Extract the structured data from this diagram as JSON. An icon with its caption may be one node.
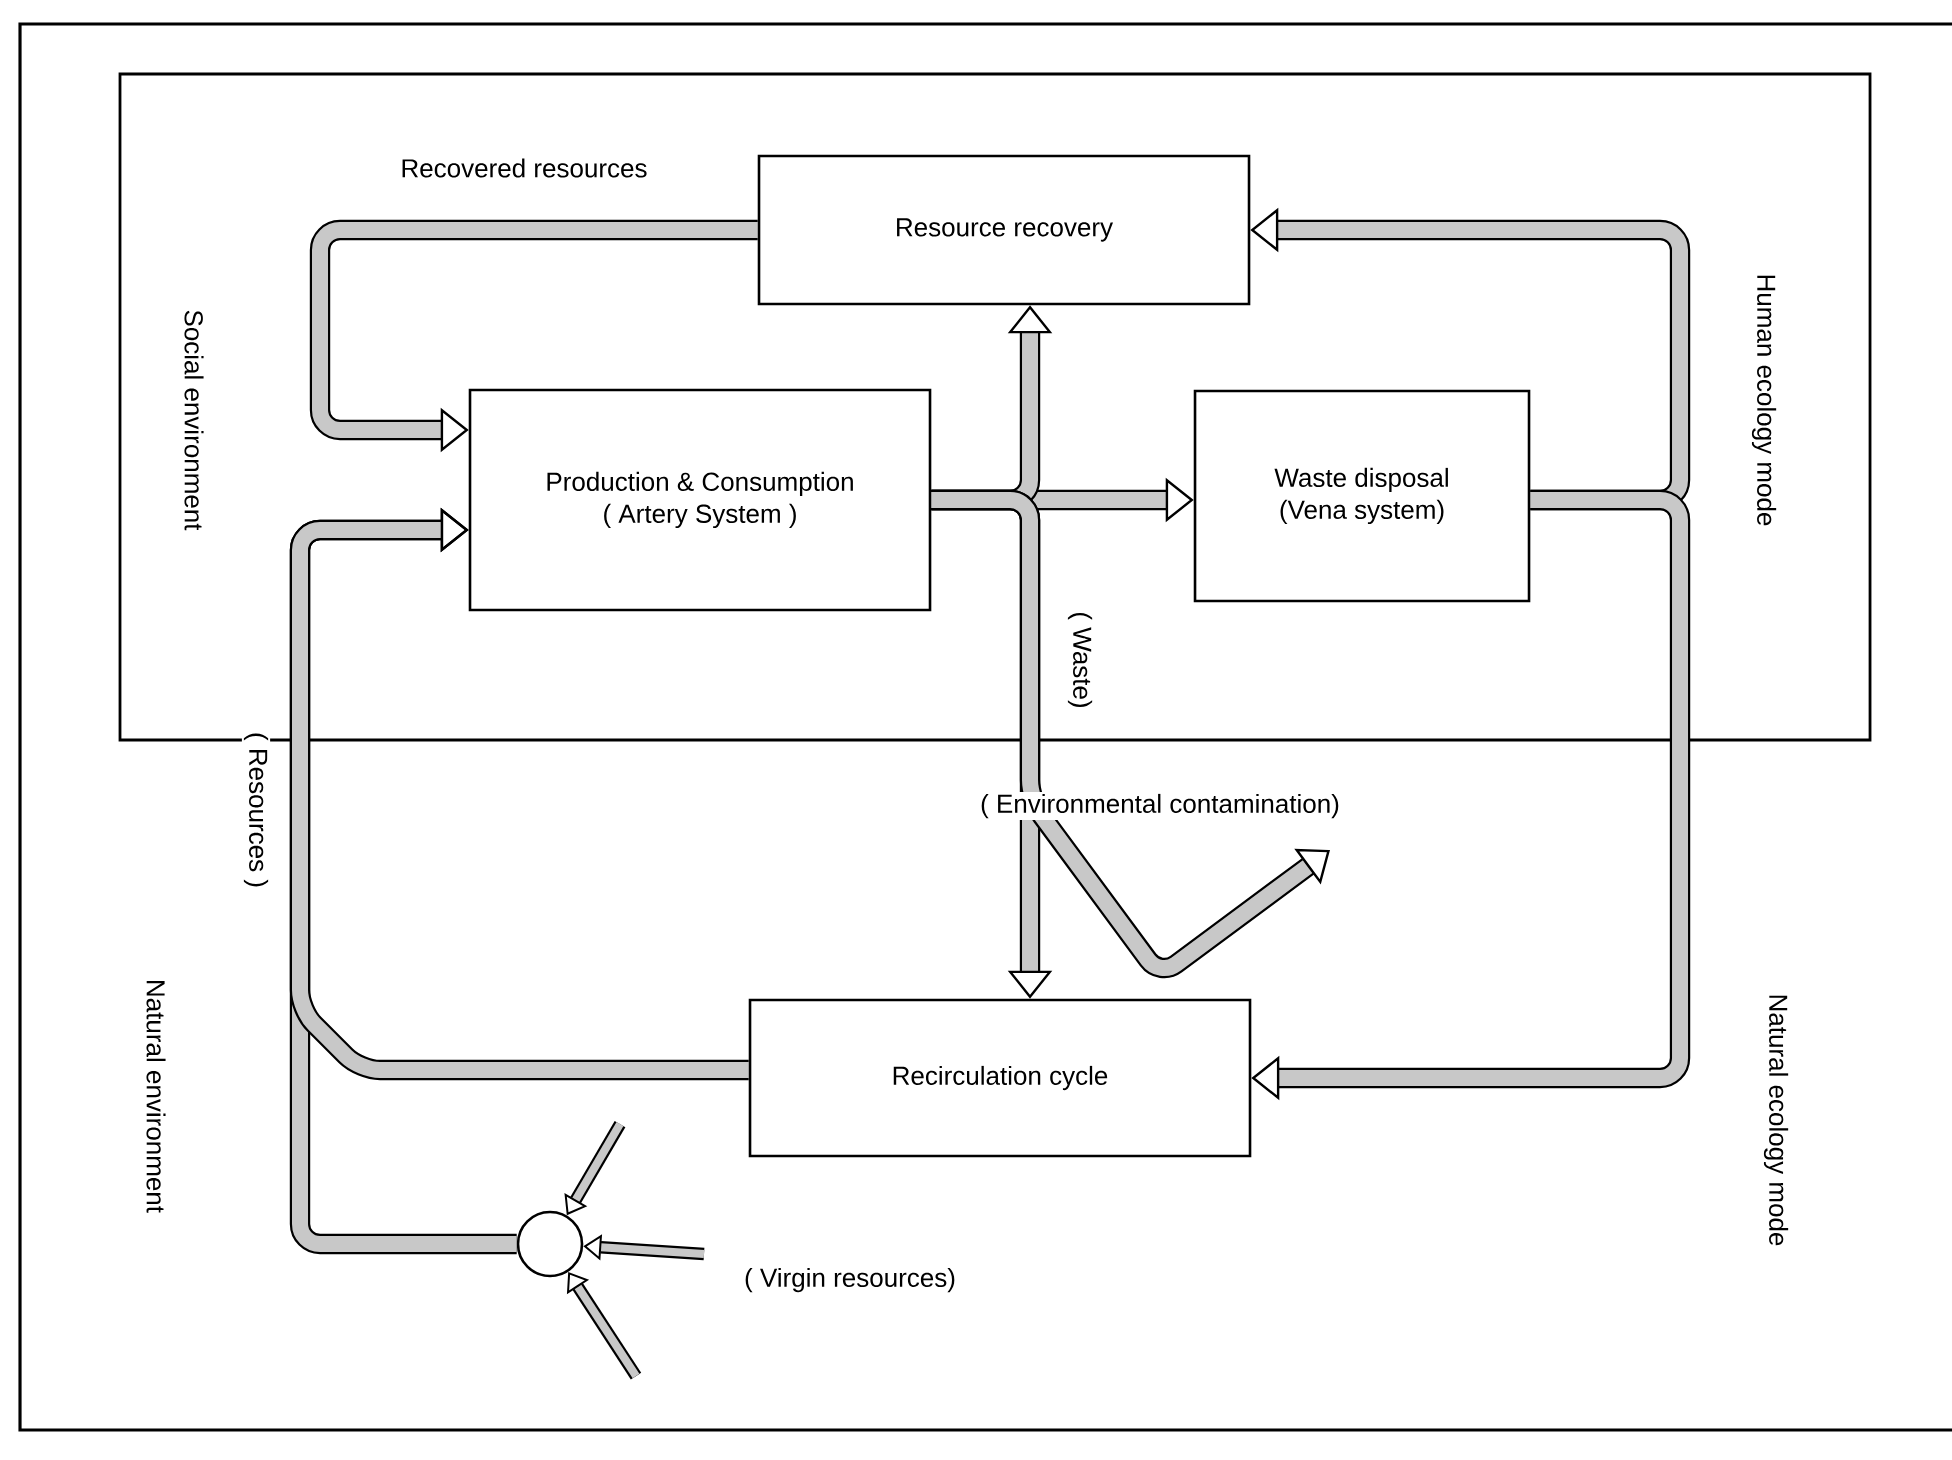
{
  "diagram": {
    "nodes": [
      {
        "text": [
          "Resource recovery"
        ]
      },
      {
        "text": [
          "Production & Consumption",
          "( Artery System )"
        ]
      },
      {
        "text": [
          "Waste disposal",
          "(Vena system)"
        ]
      },
      {
        "text": [
          "Recirculation cycle"
        ]
      },
      {
        "text": [],
        "shape": "circle"
      }
    ],
    "edges": [
      {
        "from": 0,
        "to": 1,
        "arrow": "to",
        "label": "Recovered resources"
      },
      {
        "from": 1,
        "to": 2,
        "arrow": "to"
      },
      {
        "from": 1,
        "to": 0,
        "arrow": "to"
      },
      {
        "from": 1,
        "to": 3,
        "arrow": "to",
        "label": "( Waste)"
      },
      {
        "from": 2,
        "to": 0,
        "arrow": "to"
      },
      {
        "from": 2,
        "to": 3,
        "arrow": "to"
      },
      {
        "from": 4,
        "to": 1,
        "arrow": "to",
        "label": "( Resources )"
      },
      {
        "from": 3,
        "to": 1,
        "arrow": "to"
      },
      {
        "from": 1,
        "to": null,
        "arrow": "to",
        "label": "( Environmental contamination)"
      },
      {
        "from": null,
        "to": 4,
        "arrow": "to"
      },
      {
        "from": null,
        "to": 4,
        "arrow": "to"
      },
      {
        "from": null,
        "to": 4,
        "arrow": "to"
      }
    ],
    "labels": [
      "Social environment",
      "Human ecology mode",
      "( Virgin resources)",
      "Natural environment",
      "Natural ecology mode"
    ]
  }
}
